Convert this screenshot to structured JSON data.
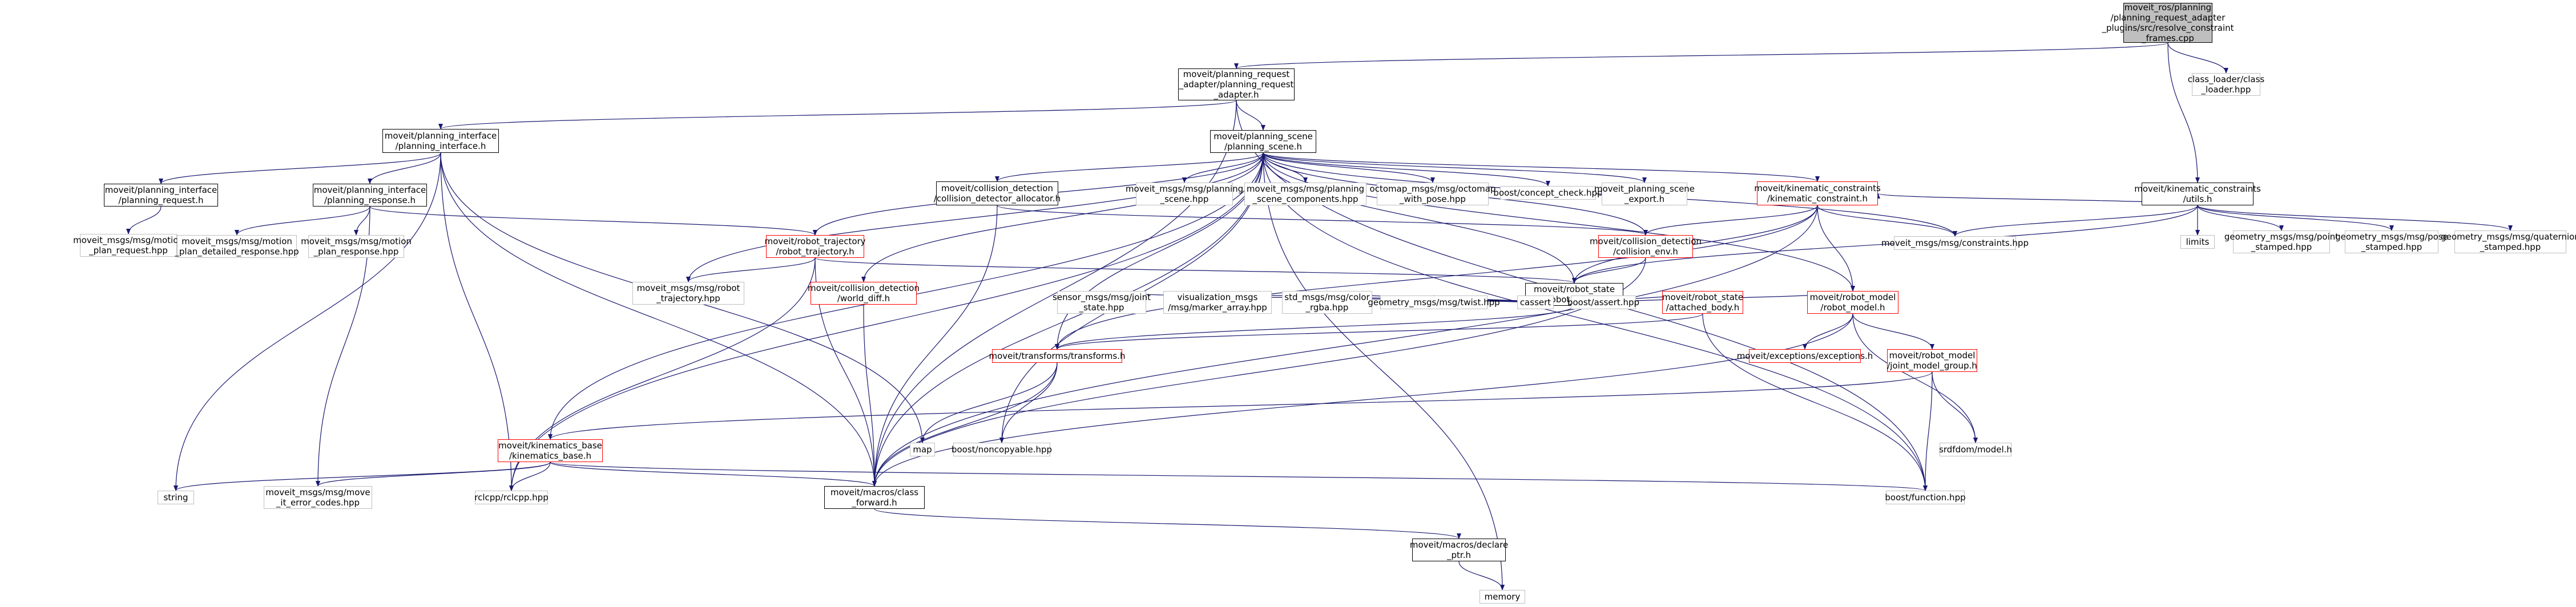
{
  "graph": {
    "nodes": [
      {
        "id": "root",
        "label": "moveit_ros/planning\n/planning_request_adapter\n_plugins/src/resolve_constraint\n_frames.cpp",
        "style": "root"
      },
      {
        "id": "pra",
        "label": "moveit/planning_request\n_adapter/planning_request\n_adapter.h",
        "style": "black"
      },
      {
        "id": "classloader",
        "label": "class_loader/class\n_loader.hpp",
        "style": "gray"
      },
      {
        "id": "pi",
        "label": "moveit/planning_interface\n/planning_interface.h",
        "style": "black"
      },
      {
        "id": "ps",
        "label": "moveit/planning_scene\n/planning_scene.h",
        "style": "black"
      },
      {
        "id": "kcutils",
        "label": "moveit/kinematic_constraints\n/utils.h",
        "style": "black"
      },
      {
        "id": "preq",
        "label": "moveit/planning_interface\n/planning_request.h",
        "style": "black"
      },
      {
        "id": "presp",
        "label": "moveit/planning_interface\n/planning_response.h",
        "style": "black"
      },
      {
        "id": "cda",
        "label": "moveit/collision_detection\n/collision_detector_allocator.h",
        "style": "black"
      },
      {
        "id": "psmsg",
        "label": "moveit_msgs/msg/planning\n_scene.hpp",
        "style": "gray"
      },
      {
        "id": "pscomp",
        "label": "moveit_msgs/msg/planning\n_scene_components.hpp",
        "style": "gray"
      },
      {
        "id": "octomap",
        "label": "octomap_msgs/msg/octomap\n_with_pose.hpp",
        "style": "gray"
      },
      {
        "id": "concept",
        "label": "boost/concept_check.hpp",
        "style": "gray"
      },
      {
        "id": "psexport",
        "label": "moveit_planning_scene\n_export.h",
        "style": "gray"
      },
      {
        "id": "kc",
        "label": "moveit/kinematic_constraints\n/kinematic_constraint.h",
        "style": "red"
      },
      {
        "id": "constraints",
        "label": "moveit_msgs/msg/constraints.hpp",
        "style": "gray"
      },
      {
        "id": "limits",
        "label": "limits",
        "style": "gray"
      },
      {
        "id": "pointstamped",
        "label": "geometry_msgs/msg/point\n_stamped.hpp",
        "style": "gray"
      },
      {
        "id": "posestamped",
        "label": "geometry_msgs/msg/pose\n_stamped.hpp",
        "style": "gray"
      },
      {
        "id": "quatstamped",
        "label": "geometry_msgs/msg/quaternion\n_stamped.hpp",
        "style": "gray"
      },
      {
        "id": "mprequest",
        "label": "moveit_msgs/msg/motion\n_plan_request.hpp",
        "style": "gray"
      },
      {
        "id": "mpdetailed",
        "label": "moveit_msgs/msg/motion\n_plan_detailed_response.hpp",
        "style": "gray"
      },
      {
        "id": "mpresponse",
        "label": "moveit_msgs/msg/motion\n_plan_response.hpp",
        "style": "gray"
      },
      {
        "id": "rt",
        "label": "moveit/robot_trajectory\n/robot_trajectory.h",
        "style": "red"
      },
      {
        "id": "rtmsg",
        "label": "moveit_msgs/msg/robot\n_trajectory.hpp",
        "style": "gray"
      },
      {
        "id": "wd",
        "label": "moveit/collision_detection\n/world_diff.h",
        "style": "red"
      },
      {
        "id": "ce",
        "label": "moveit/collision_detection\n/collision_env.h",
        "style": "red"
      },
      {
        "id": "rs",
        "label": "moveit/robot_state\n/robot_state.h",
        "style": "black"
      },
      {
        "id": "joint",
        "label": "sensor_msgs/msg/joint\n_state.hpp",
        "style": "gray"
      },
      {
        "id": "marker",
        "label": "visualization_msgs\n/msg/marker_array.hpp",
        "style": "gray"
      },
      {
        "id": "color",
        "label": "std_msgs/msg/color\n_rgba.hpp",
        "style": "gray"
      },
      {
        "id": "twist",
        "label": "geometry_msgs/msg/twist.hpp",
        "style": "gray"
      },
      {
        "id": "cassert",
        "label": "cassert",
        "style": "gray"
      },
      {
        "id": "bassert",
        "label": "boost/assert.hpp",
        "style": "gray"
      },
      {
        "id": "ab",
        "label": "moveit/robot_state\n/attached_body.h",
        "style": "red"
      },
      {
        "id": "rm",
        "label": "moveit/robot_model\n/robot_model.h",
        "style": "red"
      },
      {
        "id": "tf",
        "label": "moveit/transforms/transforms.h",
        "style": "red"
      },
      {
        "id": "exc",
        "label": "moveit/exceptions/exceptions.h",
        "style": "red"
      },
      {
        "id": "jmg",
        "label": "moveit/robot_model\n/joint_model_group.h",
        "style": "red"
      },
      {
        "id": "kb",
        "label": "moveit/kinematics_base\n/kinematics_base.h",
        "style": "red"
      },
      {
        "id": "map",
        "label": "map",
        "style": "gray"
      },
      {
        "id": "noncopy",
        "label": "boost/noncopyable.hpp",
        "style": "gray"
      },
      {
        "id": "urdf",
        "label": "srdfdom/model.h",
        "style": "gray"
      },
      {
        "id": "string",
        "label": "string",
        "style": "gray"
      },
      {
        "id": "errcodes",
        "label": "moveit_msgs/msg/move\n_it_error_codes.hpp",
        "style": "gray"
      },
      {
        "id": "rclcpp",
        "label": "rclcpp/rclcpp.hpp",
        "style": "gray"
      },
      {
        "id": "cf",
        "label": "moveit/macros/class\n_forward.h",
        "style": "black"
      },
      {
        "id": "bfunc",
        "label": "boost/function.hpp",
        "style": "gray"
      },
      {
        "id": "dp",
        "label": "moveit/macros/declare\n_ptr.h",
        "style": "black"
      },
      {
        "id": "memory",
        "label": "memory",
        "style": "gray"
      }
    ],
    "edges": [
      [
        "root",
        "pra"
      ],
      [
        "root",
        "classloader"
      ],
      [
        "root",
        "kcutils"
      ],
      [
        "pra",
        "pi"
      ],
      [
        "pra",
        "ps"
      ],
      [
        "pra",
        "cf"
      ],
      [
        "pra",
        "bfunc"
      ],
      [
        "pi",
        "preq"
      ],
      [
        "pi",
        "presp"
      ],
      [
        "pi",
        "string"
      ],
      [
        "pi",
        "rclcpp"
      ],
      [
        "pi",
        "map"
      ],
      [
        "pi",
        "cf"
      ],
      [
        "preq",
        "mprequest"
      ],
      [
        "presp",
        "rt"
      ],
      [
        "presp",
        "mpdetailed"
      ],
      [
        "presp",
        "mpresponse"
      ],
      [
        "presp",
        "errcodes"
      ],
      [
        "ps",
        "rt"
      ],
      [
        "ps",
        "cda"
      ],
      [
        "ps",
        "psmsg"
      ],
      [
        "ps",
        "pscomp"
      ],
      [
        "ps",
        "octomap"
      ],
      [
        "ps",
        "concept"
      ],
      [
        "ps",
        "psexport"
      ],
      [
        "ps",
        "kc"
      ],
      [
        "ps",
        "constraints"
      ],
      [
        "ps",
        "ce"
      ],
      [
        "ps",
        "wd"
      ],
      [
        "ps",
        "rs"
      ],
      [
        "ps",
        "rm"
      ],
      [
        "ps",
        "tf"
      ],
      [
        "ps",
        "kb"
      ],
      [
        "ps",
        "rtmsg"
      ],
      [
        "ps",
        "noncopy"
      ],
      [
        "ps",
        "cf"
      ],
      [
        "ps",
        "rclcpp"
      ],
      [
        "ps",
        "bfunc"
      ],
      [
        "ps",
        "memory"
      ],
      [
        "kcutils",
        "kc"
      ],
      [
        "kcutils",
        "constraints"
      ],
      [
        "kcutils",
        "limits"
      ],
      [
        "kcutils",
        "pointstamped"
      ],
      [
        "kcutils",
        "posestamped"
      ],
      [
        "kcutils",
        "quatstamped"
      ],
      [
        "kcutils",
        "rs"
      ],
      [
        "cda",
        "ce"
      ],
      [
        "cda",
        "cf"
      ],
      [
        "kc",
        "constraints"
      ],
      [
        "kc",
        "rs"
      ],
      [
        "kc",
        "rm"
      ],
      [
        "kc",
        "ce"
      ],
      [
        "kc",
        "tf"
      ],
      [
        "kc",
        "cf"
      ],
      [
        "rt",
        "rs"
      ],
      [
        "rt",
        "rtmsg"
      ],
      [
        "rt",
        "cf"
      ],
      [
        "rt",
        "rclcpp"
      ],
      [
        "wd",
        "cf"
      ],
      [
        "ce",
        "rs"
      ],
      [
        "ce",
        "cf"
      ],
      [
        "rs",
        "joint"
      ],
      [
        "rs",
        "marker"
      ],
      [
        "rs",
        "color"
      ],
      [
        "rs",
        "twist"
      ],
      [
        "rs",
        "cassert"
      ],
      [
        "rs",
        "bassert"
      ],
      [
        "rs",
        "ab"
      ],
      [
        "rs",
        "rm"
      ],
      [
        "rs",
        "tf"
      ],
      [
        "ab",
        "tf"
      ],
      [
        "ab",
        "bfunc"
      ],
      [
        "rm",
        "exc"
      ],
      [
        "rm",
        "jmg"
      ],
      [
        "rm",
        "urdf"
      ],
      [
        "rm",
        "cf"
      ],
      [
        "jmg",
        "kb"
      ],
      [
        "jmg",
        "urdf"
      ],
      [
        "jmg",
        "bfunc"
      ],
      [
        "tf",
        "map"
      ],
      [
        "tf",
        "noncopy"
      ],
      [
        "tf",
        "cf"
      ],
      [
        "kb",
        "string"
      ],
      [
        "kb",
        "errcodes"
      ],
      [
        "kb",
        "rclcpp"
      ],
      [
        "kb",
        "cf"
      ],
      [
        "kb",
        "bfunc"
      ],
      [
        "cf",
        "dp"
      ],
      [
        "dp",
        "memory"
      ]
    ]
  },
  "colors": {
    "edge_primary": "#191970",
    "edge_secondary": "#404040",
    "root_fill": "#bfbfbf",
    "red_border": "#ff0000"
  }
}
